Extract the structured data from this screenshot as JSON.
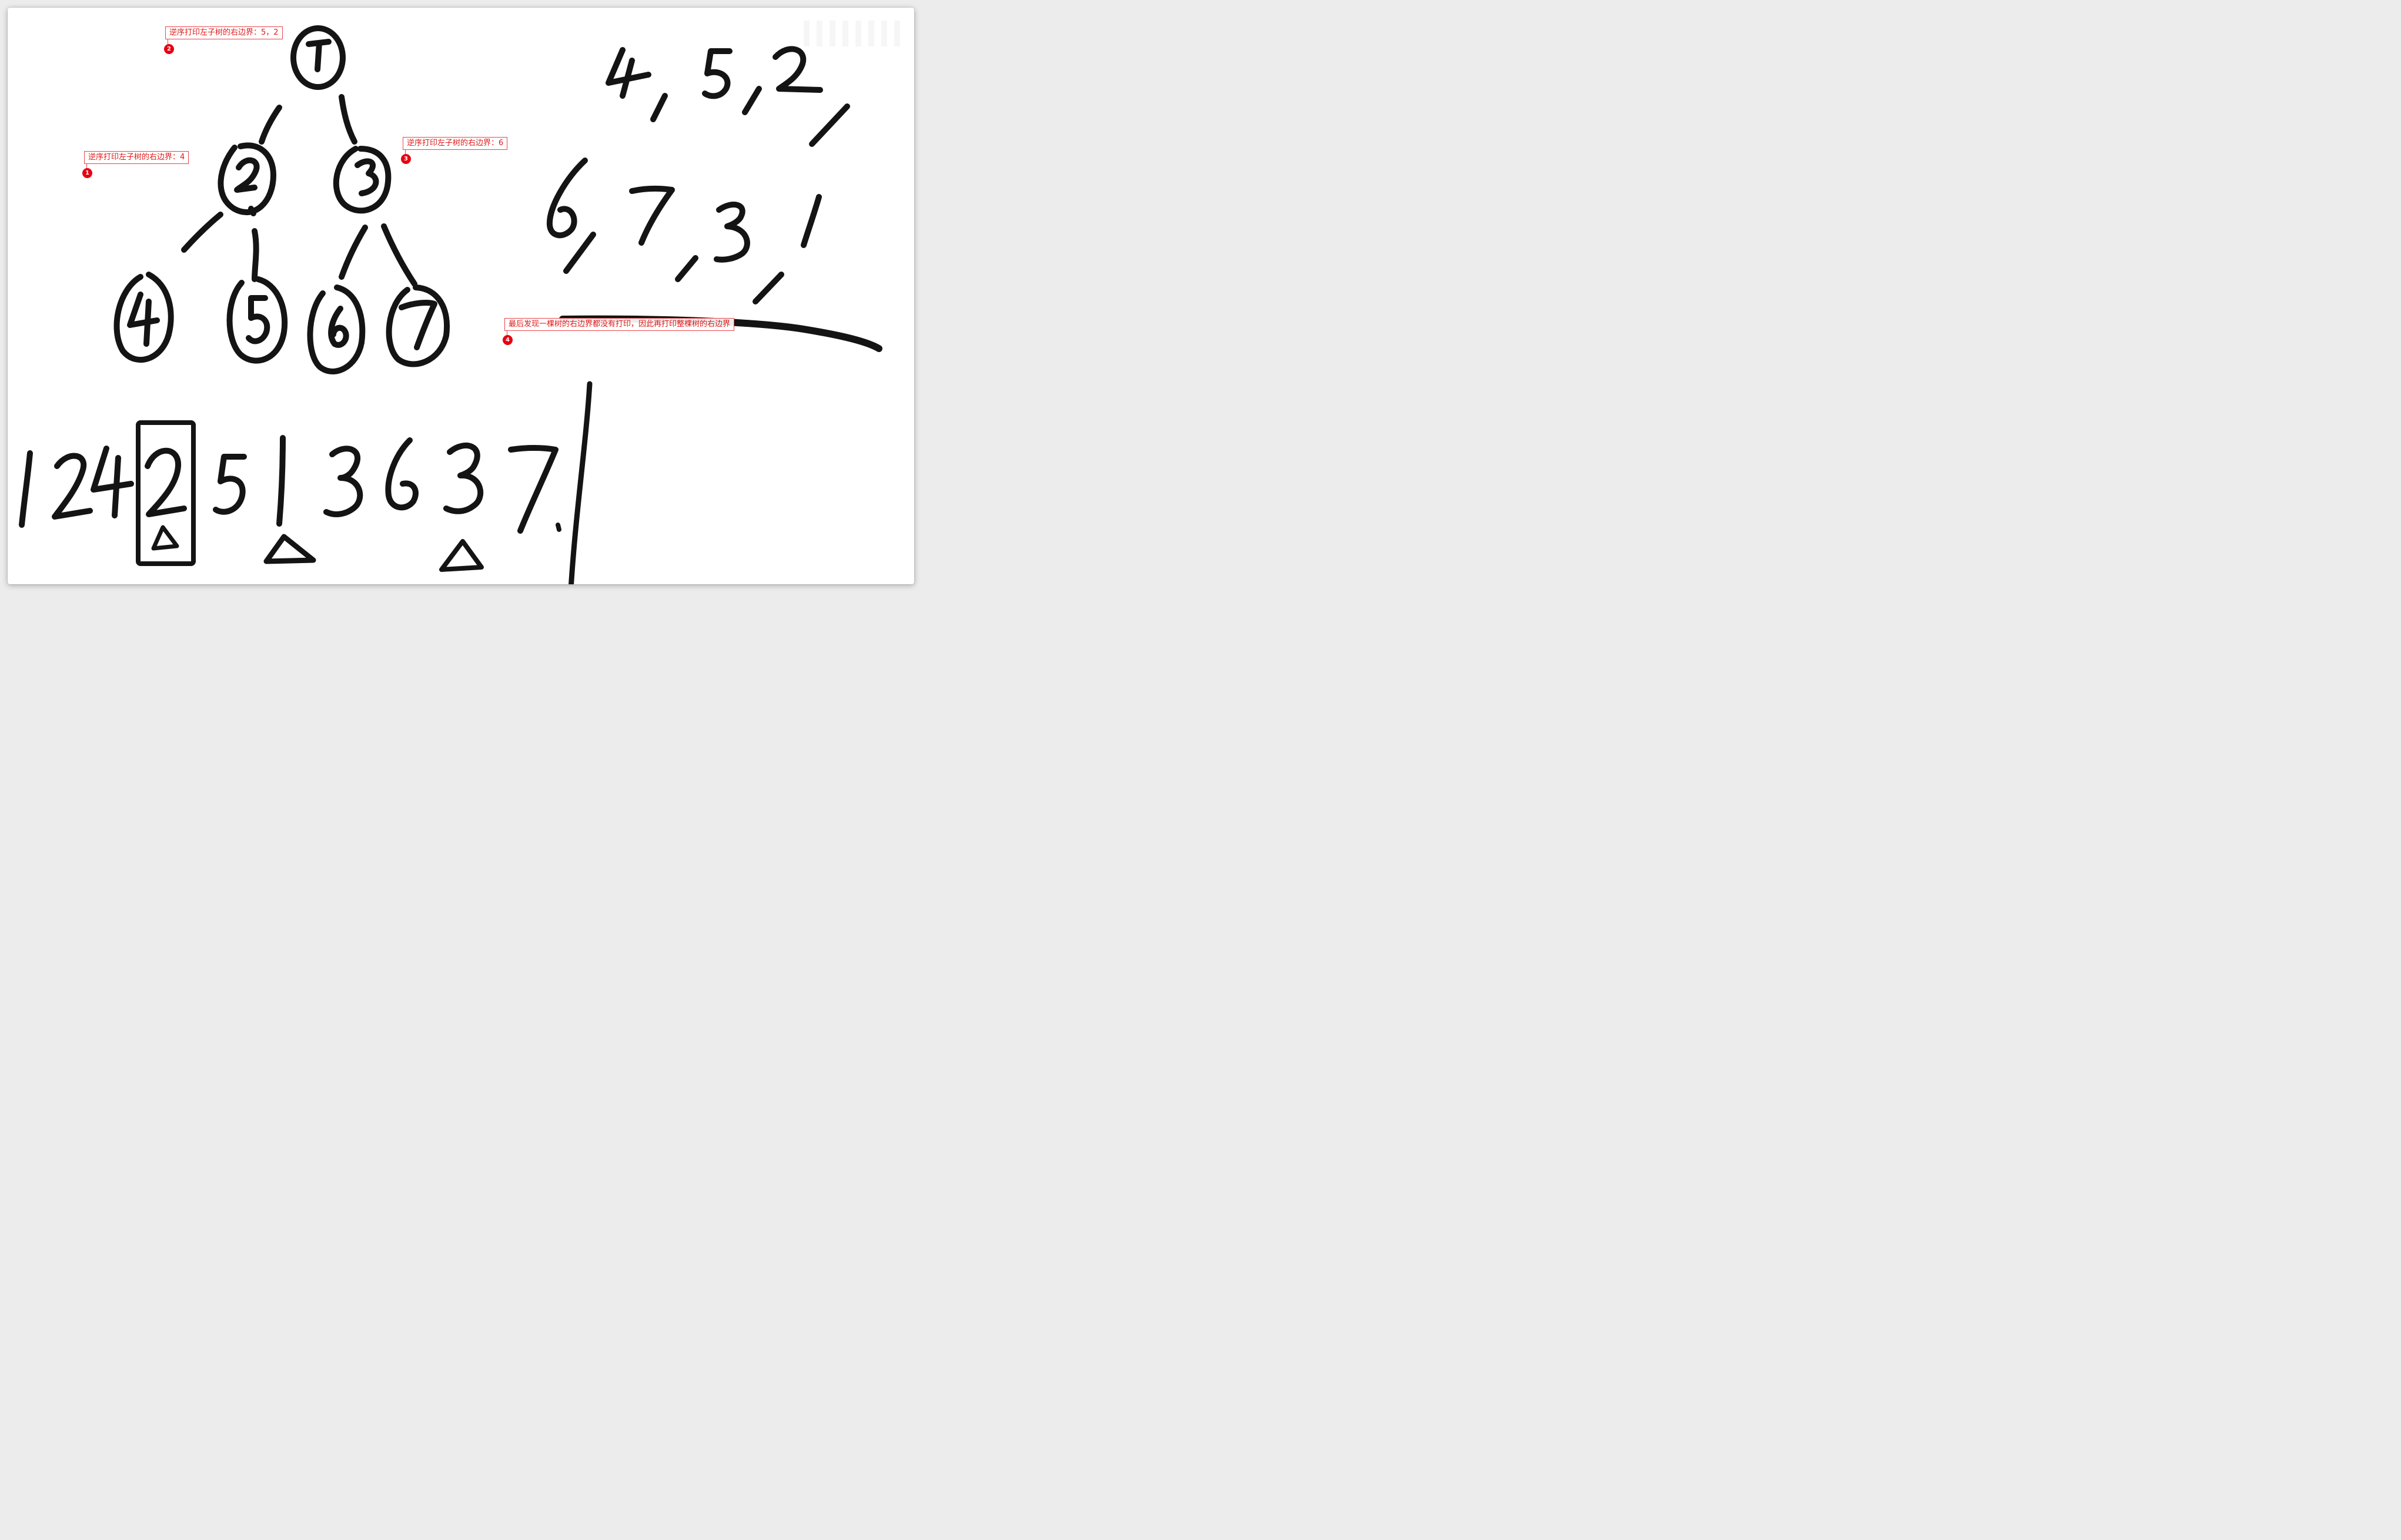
{
  "annotations": [
    {
      "number": "1",
      "text": "逆序打印左子树的右边界：4"
    },
    {
      "number": "2",
      "text": "逆序打印左子树的右边界：5，2"
    },
    {
      "number": "3",
      "text": "逆序打印左子树的右边界：6"
    },
    {
      "number": "4",
      "text": "最后发现一棵树的右边界都没有打印，因此再打印整棵树的右边界"
    }
  ],
  "tree": {
    "nodes": [
      "1",
      "2",
      "3",
      "4",
      "5",
      "6",
      "7"
    ]
  },
  "handwritten_sequence": [
    "1",
    "2",
    "4",
    "2",
    "5",
    "1",
    "3",
    "6",
    "3",
    "7"
  ],
  "output_rows": [
    [
      "4",
      "5",
      "2"
    ],
    [
      "6",
      "7",
      "3",
      "1"
    ]
  ],
  "colors": {
    "ink": "#141414",
    "annotation_red": "#e01b1b",
    "marker_red": "#e60012"
  }
}
